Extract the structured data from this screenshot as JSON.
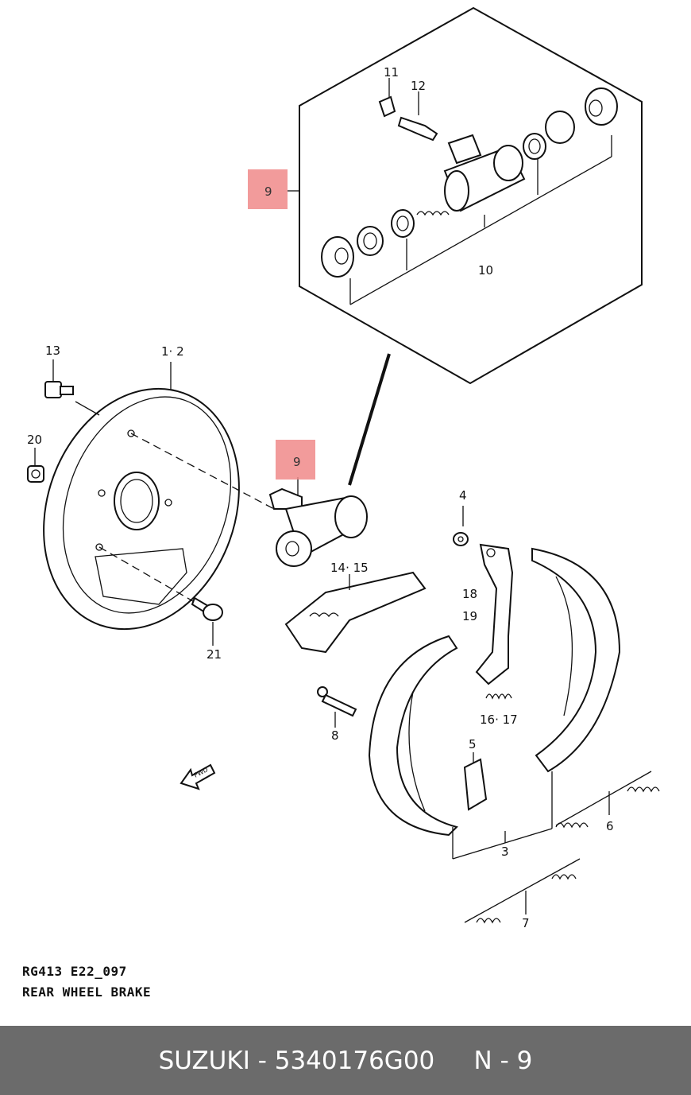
{
  "callouts": {
    "c11": "11",
    "c12": "12",
    "c9_top": "9",
    "c10": "10",
    "c13": "13",
    "c1_2": "1· 2",
    "c20": "20",
    "c9_mid": "9",
    "c4": "4",
    "c14_15": "14· 15",
    "c18_19": "18\n·\n19",
    "c18": "18",
    "c19": "19",
    "c21": "21",
    "c16_17": "16· 17",
    "c8": "8",
    "c5": "5",
    "c3": "3",
    "c6": "6",
    "c7": "7"
  },
  "highlight_color": "#f08a8a",
  "caption": {
    "code": "RG413 E22_097",
    "title": "REAR WHEEL BRAKE"
  },
  "footer": {
    "text": "SUZUKI - 5340176G00     N - 9",
    "background": "#6b6b6b"
  },
  "fwd_marker": "FWD"
}
